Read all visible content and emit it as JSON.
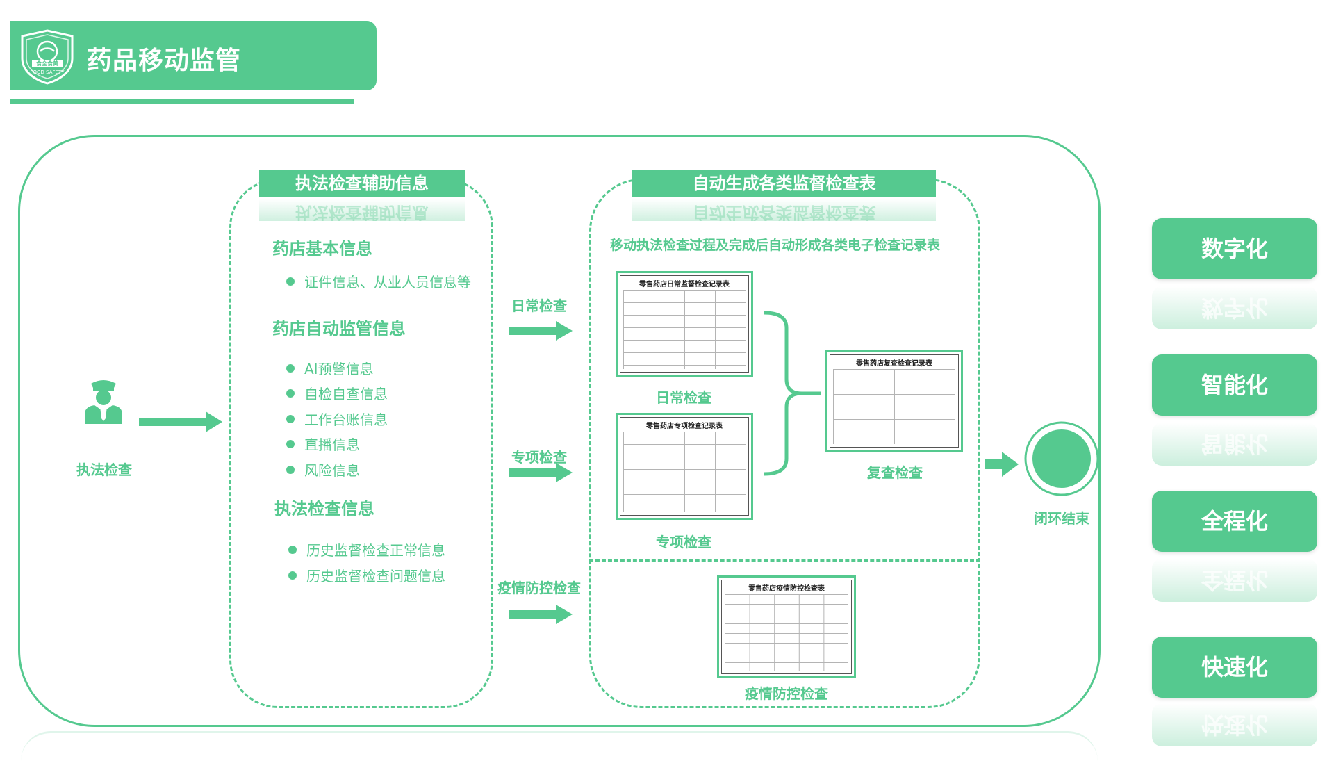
{
  "header": {
    "title": "药品移动监管",
    "logo_text_top": "食全食美",
    "logo_text_bottom": "FOOD SAFETY"
  },
  "enforcement": {
    "icon": "police-officer-icon",
    "label": "执法检查"
  },
  "aux_info": {
    "bar_label": "执法检查辅助信息",
    "section1_title": "药店基本信息",
    "section1_items": [
      "证件信息、从业人员信息等"
    ],
    "section2_title": "药店自动监管信息",
    "section2_items": [
      "AI预警信息",
      "自检自查信息",
      "工作台账信息",
      "直播信息",
      "风险信息"
    ],
    "section3_title": "执法检查信息",
    "section3_items": [
      "历史监督检查正常信息",
      "历史监督检查问题信息"
    ]
  },
  "inspection_types": {
    "daily": "日常检查",
    "special": "专项检查",
    "epidemic": "疫情防控检查"
  },
  "auto_forms": {
    "bar_label": "自动生成各类监督检查表",
    "description": "移动执法检查过程及完成后自动形成各类电子检查记录表",
    "daily_form_title": "零售药店日常监督检查记录表",
    "daily_caption": "日常检查",
    "special_form_title": "零售药店专项检查记录表",
    "special_caption": "专项检查",
    "review_form_title": "零售药店复查检查记录表",
    "review_caption": "复查检查",
    "epidemic_form_title": "零售药店疫情防控检查表",
    "epidemic_caption": "疫情防控检查"
  },
  "closed_loop": {
    "label": "闭环结束"
  },
  "features": [
    "数字化",
    "智能化",
    "全程化",
    "快速化"
  ],
  "colors": {
    "accent": "#55c98f",
    "background": "#ffffff"
  }
}
